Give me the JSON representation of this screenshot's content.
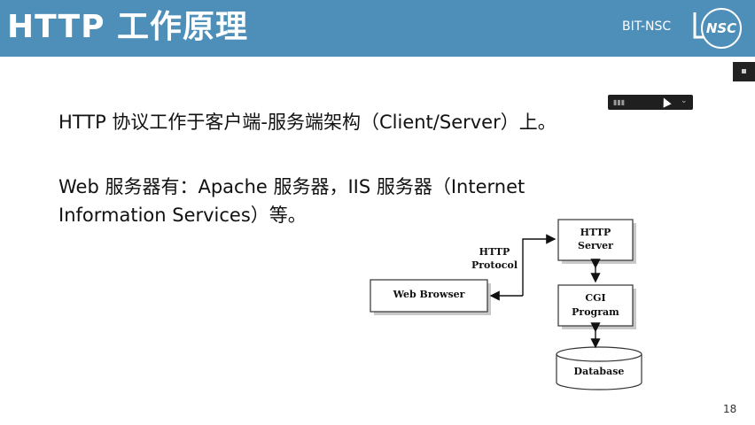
{
  "slide": {
    "title": "HTTP 工作原理",
    "org_label": "BIT-NSC",
    "logo_text": "NSC",
    "lines": [
      "HTTP 协议工作于客户端-服务端架构（Client/Server）上。",
      "Web 服务器有：Apache 服务器，IIS 服务器（Internet",
      "Information Services）等。"
    ],
    "page_number": "18"
  },
  "diagram": {
    "browser": "Web Browser",
    "protocol_line1": "HTTP",
    "protocol_line2": "Protocol",
    "server_line1": "HTTP",
    "server_line2": "Server",
    "cgi_line1": "CGI",
    "cgi_line2": "Program",
    "database": "Database"
  },
  "colors": {
    "header_bg": "#4e8fba",
    "title_text": "#ffffff"
  }
}
